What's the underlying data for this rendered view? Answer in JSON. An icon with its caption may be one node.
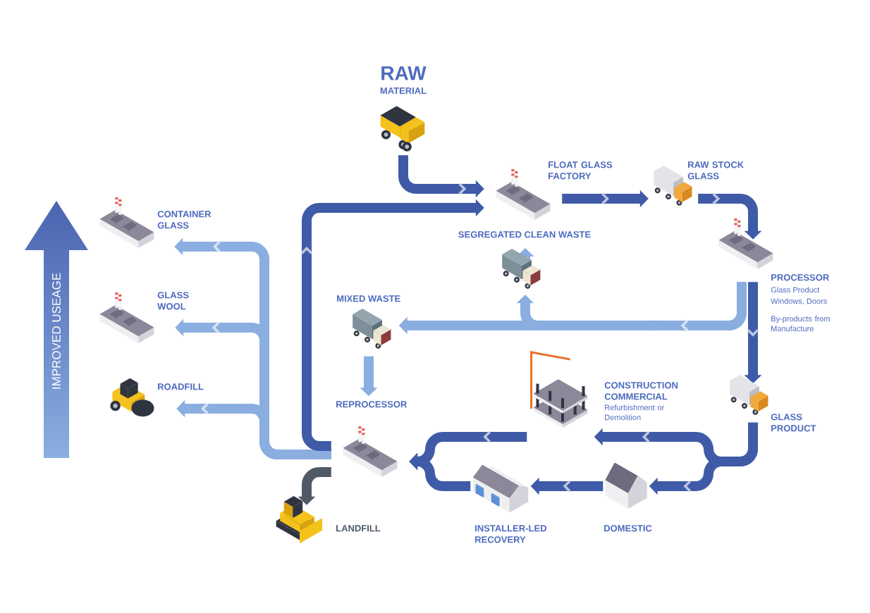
{
  "diagram": {
    "nodes": [
      {
        "text": [
          "RAW",
          "MATERIAL"
        ]
      },
      {
        "text": [
          "FLOAT GLASS FACTORY"
        ]
      },
      {
        "text": [
          "RAW STOCK GLASS"
        ]
      },
      {
        "text": [
          "PROCESSOR",
          "Glass Product",
          "Windows, Doors",
          "By-products from Manufacture"
        ]
      },
      {
        "text": [
          "GLASS PRODUCT"
        ]
      },
      {
        "text": [
          "CONSTRUCTION COMMERCIAL",
          "Refurbishment or Demolition"
        ]
      },
      {
        "text": [
          "DOMESTIC"
        ]
      },
      {
        "text": [
          "INSTALLER-LED RECOVERY"
        ]
      },
      {
        "text": [
          "REPROCESSOR"
        ]
      },
      {
        "text": [
          "LANDFILL"
        ]
      },
      {
        "text": [
          "SEGREGATED CLEAN WASTE"
        ]
      },
      {
        "text": [
          "MIXED WASTE"
        ]
      },
      {
        "text": [
          "ROADFILL"
        ]
      },
      {
        "text": [
          "GLASS WOOL"
        ]
      },
      {
        "text": [
          "CONTAINER GLASS"
        ]
      }
    ],
    "edges": [
      {
        "from": 0,
        "to": 1,
        "arrow": "to"
      },
      {
        "from": 1,
        "to": 2,
        "arrow": "to"
      },
      {
        "from": 2,
        "to": 3,
        "arrow": "to"
      },
      {
        "from": 3,
        "to": 4,
        "arrow": "to"
      },
      {
        "from": 4,
        "to": 5,
        "arrow": "to"
      },
      {
        "from": 4,
        "to": 6,
        "arrow": "to"
      },
      {
        "from": 5,
        "to": 8,
        "arrow": "to"
      },
      {
        "from": 6,
        "to": 7,
        "arrow": "to"
      },
      {
        "from": 7,
        "to": 8,
        "arrow": "to"
      },
      {
        "from": 8,
        "to": 1,
        "arrow": "to"
      },
      {
        "from": 3,
        "to": 10,
        "arrow": "to",
        "color": "#8aaee0"
      },
      {
        "from": 10,
        "to": null,
        "arrow": "to",
        "color": "#8aaee0"
      },
      {
        "from": 3,
        "to": 11,
        "arrow": "to",
        "color": "#8aaee0"
      },
      {
        "from": 11,
        "to": 8,
        "arrow": "to",
        "color": "#8aaee0"
      },
      {
        "from": 8,
        "to": 12,
        "arrow": "to",
        "color": "#8aaee0"
      },
      {
        "from": 8,
        "to": 13,
        "arrow": "to",
        "color": "#8aaee0"
      },
      {
        "from": 8,
        "to": 14,
        "arrow": "to",
        "color": "#8aaee0"
      },
      {
        "from": 8,
        "to": 9,
        "arrow": "to",
        "color": "#4f5a66"
      }
    ],
    "labels": [
      "IMPROVED USEAGE"
    ]
  }
}
